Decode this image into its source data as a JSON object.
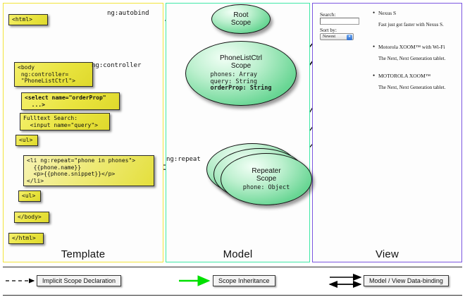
{
  "panels": {
    "template": {
      "title": "Template",
      "border_color": "#f2e43a"
    },
    "model": {
      "title": "Model",
      "border_color": "#3fe8a6"
    },
    "view": {
      "title": "View",
      "border_color": "#7b55e0"
    }
  },
  "template_boxes": [
    {
      "id": "html-open",
      "text": "<html>"
    },
    {
      "id": "body-open",
      "text": "<body\n ng:controller=\n \"PhoneListCtrl\">"
    },
    {
      "id": "select",
      "text": "<select name=\"orderProp\"\n  ...>"
    },
    {
      "id": "fulltext",
      "text": "Fulltext Search:\n  <input name=\"query\">"
    },
    {
      "id": "ul-open",
      "text": "<ul>"
    },
    {
      "id": "li-repeat",
      "text": "<li ng:repeat=\"phone in phones\">\n  {{phone.name}}\n  <p>{{phone.snippet}}</p>\n</li>"
    },
    {
      "id": "ul-close",
      "text": "<ul>"
    },
    {
      "id": "body-close",
      "text": "</body>"
    },
    {
      "id": "html-close",
      "text": "</html>"
    }
  ],
  "scopes": [
    {
      "id": "root-scope",
      "title": "Root\nScope",
      "props": []
    },
    {
      "id": "ctrl-scope",
      "title": "PhoneListCtrl\nScope",
      "props": [
        "phones: Array",
        "query: String",
        "orderProp: String"
      ],
      "bold_prop": "orderProp: String"
    },
    {
      "id": "repeater-scope",
      "title": "Repeater\nScope",
      "props": [
        "phone: Object"
      ]
    }
  ],
  "edge_labels": {
    "autobind": "ng:autobind",
    "controller": "ng:controller",
    "repeat": "ng:repeat"
  },
  "view": {
    "search_label": "Search:",
    "search_value": "",
    "sort_label": "Sort by:",
    "sort_selected": "Newest",
    "phones": [
      {
        "name": "Nexus S",
        "snippet": "Fast just got faster with Nexus S."
      },
      {
        "name": "Motorola XOOM™  with Wi-Fi",
        "snippet": "The Next, Next Generation tablet."
      },
      {
        "name": "MOTOROLA XOOM™",
        "snippet": "The Next, Next Generation tablet."
      }
    ]
  },
  "legend": [
    {
      "id": "implicit-scope-declaration",
      "label": "Implicit Scope Declaration",
      "style": "dashed-black"
    },
    {
      "id": "scope-inheritance",
      "label": "Scope Inheritance",
      "style": "solid-green"
    },
    {
      "id": "model-view-data-binding",
      "label": "Model / View Data-binding",
      "style": "double-black"
    }
  ],
  "colors": {
    "code_box": "#e9e43f",
    "scope_fill": "#69d694",
    "inheritance_arrow": "#00e000"
  }
}
